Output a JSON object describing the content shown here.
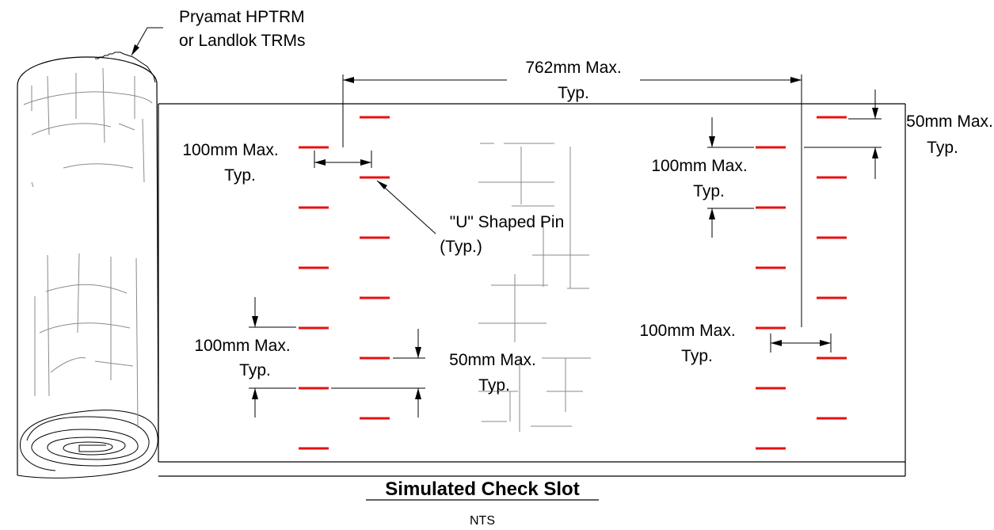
{
  "labels": {
    "material_line1": "Pryamat HPTRM",
    "material_line2": "or Landlok TRMs",
    "spacing_762_line1": "762mm Max.",
    "spacing_762_line2": "Typ.",
    "top_right_50_line1": "50mm Max.",
    "top_right_50_line2": "Typ.",
    "left_100_top_line1": "100mm Max.",
    "left_100_top_line2": "Typ.",
    "pin_label_line1": "\"U\" Shaped Pin",
    "pin_label_line2": "(Typ.)",
    "right_100_top_line1": "100mm Max.",
    "right_100_top_line2": "Typ.",
    "left_100_bottom_line1": "100mm Max.",
    "left_100_bottom_line2": "Typ.",
    "mid_50_line1": "50mm Max.",
    "mid_50_line2": "Typ.",
    "right_100_bottom_line1": "100mm Max.",
    "right_100_bottom_line2": "Typ."
  },
  "title": "Simulated Check Slot",
  "scale_note": "NTS",
  "colors": {
    "pin": "#e81010",
    "linework": "#000000",
    "texture": "#8a8a8a"
  }
}
